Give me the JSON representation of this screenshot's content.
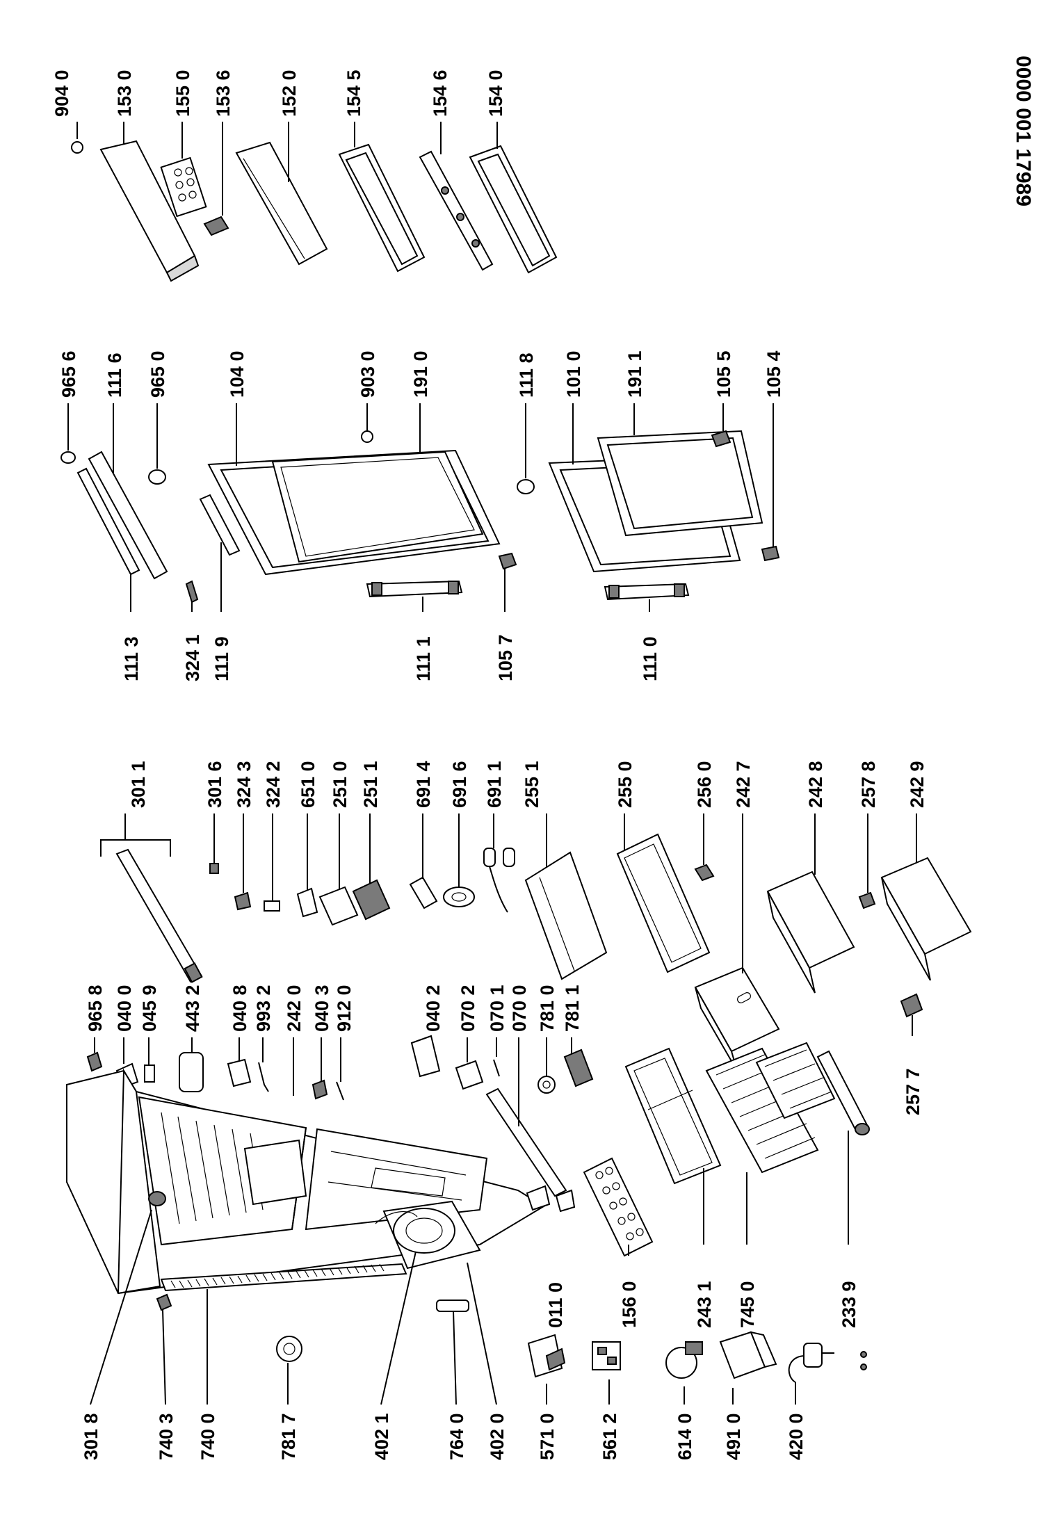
{
  "document_number": "0000 001 17989",
  "labels": {
    "l9040": "904 0",
    "l1530": "153 0",
    "l1550": "155 0",
    "l1536": "153 6",
    "l1520": "152 0",
    "l1545": "154 5",
    "l1546": "154 6",
    "l1540": "154 0",
    "l9656": "965 6",
    "l1116": "111 6",
    "l9650": "965 0",
    "l1040": "104 0",
    "l9030": "903 0",
    "l1910": "191 0",
    "l1118": "111 8",
    "l1010": "101 0",
    "l1911": "191 1",
    "l1055": "105 5",
    "l1054": "105 4",
    "l1113": "111 3",
    "l3241": "324 1",
    "l1119": "111 9",
    "l1111": "111 1",
    "l1057": "105 7",
    "l1110": "111 0",
    "l3011": "301 1",
    "l3016": "301 6",
    "l3243": "324 3",
    "l3242": "324 2",
    "l6510": "651 0",
    "l2510": "251 0",
    "l2511": "251 1",
    "l6914": "691 4",
    "l6916": "691 6",
    "l6911": "691 1",
    "l2551": "255 1",
    "l2550": "255 0",
    "l2560": "256 0",
    "l2427": "242 7",
    "l2428": "242 8",
    "l2578": "257 8",
    "l2429": "242 9",
    "l9658": "965 8",
    "l0400": "040 0",
    "l0459": "045 9",
    "l4432": "443 2",
    "l0408": "040 8",
    "l9932": "993 2",
    "l2420": "242 0",
    "l0403": "040 3",
    "l9120": "912 0",
    "l0402": "040 2",
    "l0702": "070 2",
    "l0701": "070 1",
    "l0700": "070 0",
    "l7810": "781 0",
    "l7811": "781 1",
    "l0110": "011 0",
    "l1560": "156 0",
    "l2431": "243 1",
    "l7450": "745 0",
    "l2339": "233 9",
    "l2577": "257 7",
    "l3018": "301 8",
    "l7403": "740 3",
    "l7400": "740 0",
    "l7817": "781 7",
    "l4021": "402 1",
    "l7640": "764 0",
    "l4020": "402 0",
    "l5710": "571 0",
    "l5612": "561 2",
    "l6140": "614 0",
    "l4910": "491 0",
    "l4200": "420 0"
  }
}
